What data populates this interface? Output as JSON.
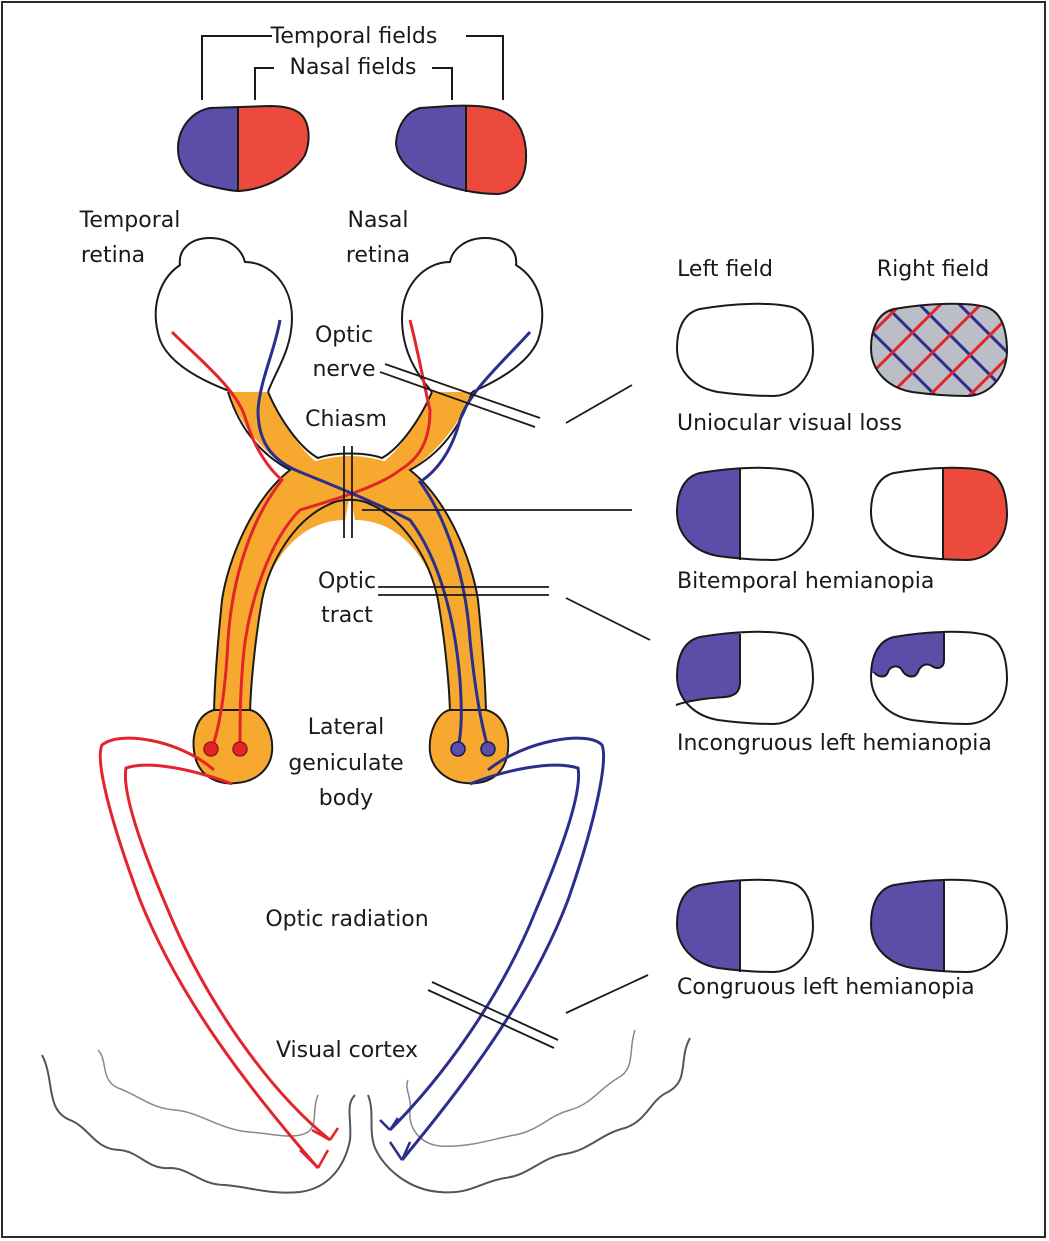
{
  "colors": {
    "blue": "#5a4ea8",
    "red": "#ec4a3c",
    "orange": "#f6a92e",
    "fiber_red": "#e3242b",
    "fiber_blue": "#2b2e8c",
    "outline": "#1a1a1a",
    "hatch_bg": "#bcbec7"
  },
  "labels": {
    "temporal_fields": "Temporal fields",
    "nasal_fields": "Nasal fields",
    "temporal_retina_1": "Temporal",
    "temporal_retina_2": "retina",
    "nasal_retina_1": "Nasal",
    "nasal_retina_2": "retina",
    "optic_nerve_1": "Optic",
    "optic_nerve_2": "nerve",
    "chiasm": "Chiasm",
    "optic_tract_1": "Optic",
    "optic_tract_2": "tract",
    "lgb_1": "Lateral",
    "lgb_2": "geniculate",
    "lgb_3": "body",
    "optic_radiation": "Optic radiation",
    "visual_cortex": "Visual cortex",
    "left_field": "Left field",
    "right_field": "Right field"
  },
  "lesions": [
    {
      "name": "Uniocular visual loss",
      "left": "normal",
      "right": "blind-hatched"
    },
    {
      "name": "Bitemporal hemianopia",
      "left": "left-half-blue",
      "right": "right-half-red"
    },
    {
      "name": "Incongruous left hemianopia",
      "left": "upper-left-quadrant-blue",
      "right": "irregular-upper-left-blue"
    },
    {
      "name": "Congruous left hemianopia",
      "left": "left-half-blue",
      "right": "left-half-blue"
    }
  ]
}
